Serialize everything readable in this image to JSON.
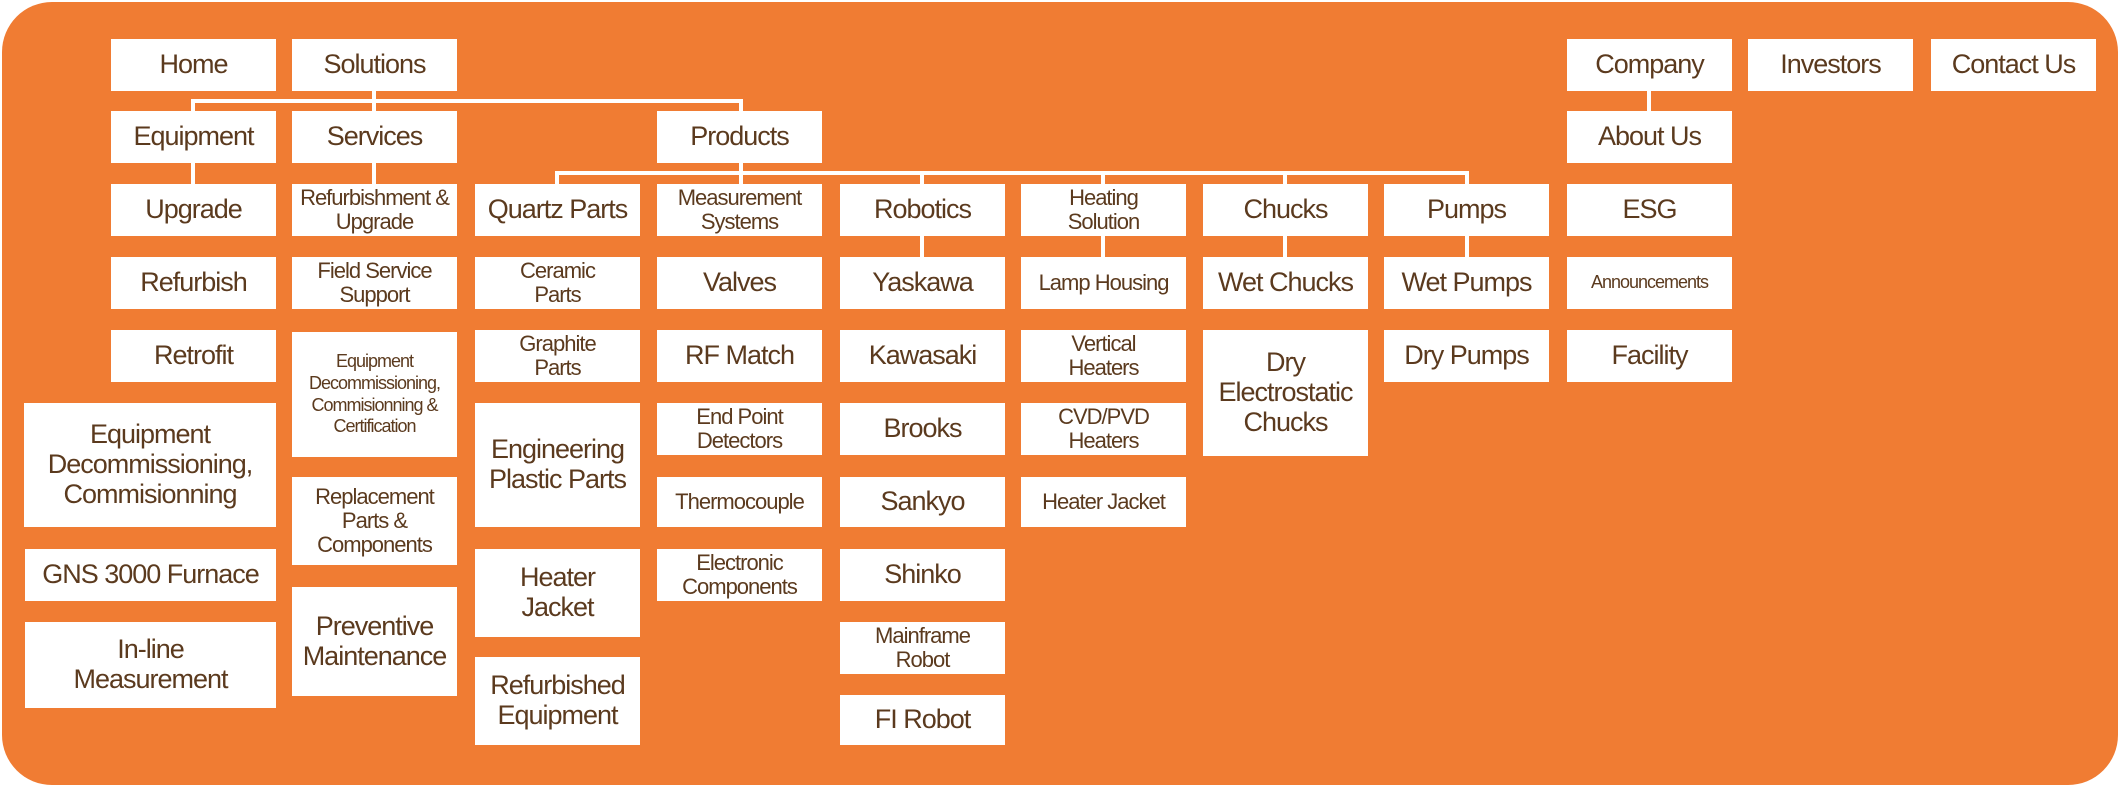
{
  "colors": {
    "background": "#F07C33",
    "box": "#FFFFFF",
    "text": "#5B3A1E",
    "connector": "#FFFFFF"
  },
  "top": {
    "home": "Home",
    "solutions": "Solutions",
    "company": "Company",
    "investors": "Investors",
    "contact": "Contact Us"
  },
  "solutions": {
    "equipment": "Equipment",
    "services": "Services",
    "products": "Products"
  },
  "equipment": [
    "Upgrade",
    "Refurbish",
    "Retrofit",
    "Equipment Decommissioning, Commisionning",
    "GNS 3000 Furnace",
    "In-line Measurement"
  ],
  "services": [
    "Refurbishment & Upgrade",
    "Field Service Support",
    "Equipment Decommissioning, Commisionning & Certification",
    "Replacement Parts & Components",
    "Preventive Maintenance"
  ],
  "products": {
    "quartz": {
      "label": "Quartz Parts",
      "items": [
        "Ceramic Parts",
        "Graphite Parts",
        "Engineering Plastic Parts",
        "Heater Jacket",
        "Refurbished Equipment"
      ]
    },
    "measurement": {
      "label": "Measurement Systems",
      "items": [
        "Valves",
        "RF Match",
        "End Point Detectors",
        "Thermocouple",
        "Electronic Components"
      ]
    },
    "robotics": {
      "label": "Robotics",
      "items": [
        "Yaskawa",
        "Kawasaki",
        "Brooks",
        "Sankyo",
        "Shinko",
        "Mainframe Robot",
        "FI Robot"
      ]
    },
    "heating": {
      "label": "Heating Solution",
      "items": [
        "Lamp Housing",
        "Vertical Heaters",
        "CVD/PVD Heaters",
        "Heater Jacket"
      ]
    },
    "chucks": {
      "label": "Chucks",
      "items": [
        "Wet Chucks",
        "Dry Electrostatic Chucks"
      ]
    },
    "pumps": {
      "label": "Pumps",
      "items": [
        "Wet Pumps",
        "Dry Pumps"
      ]
    }
  },
  "company": [
    "About Us",
    "ESG",
    "Announcements",
    "Facility"
  ]
}
